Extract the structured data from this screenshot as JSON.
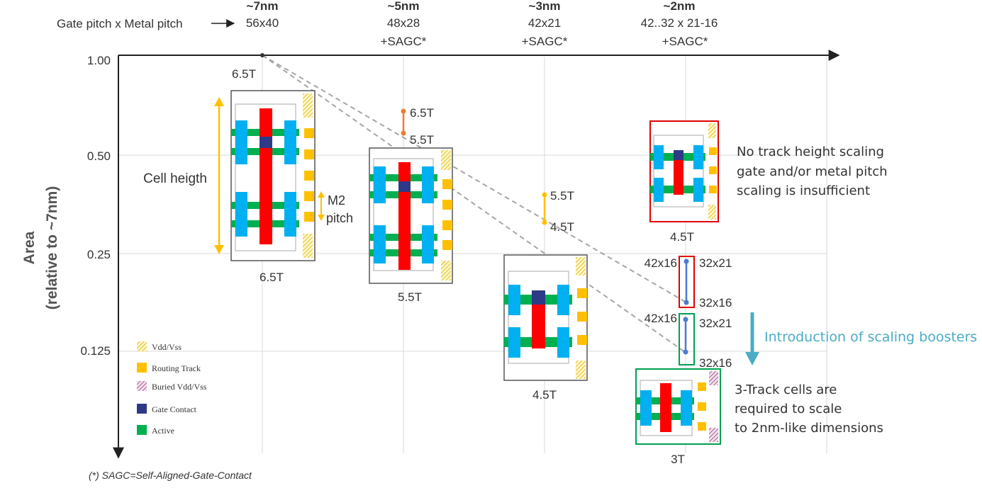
{
  "header": {
    "pitch_label": "Gate pitch x Metal pitch",
    "nodes": [
      {
        "name": "~7nm",
        "pitch": "56x40",
        "sagc": ""
      },
      {
        "name": "~5nm",
        "pitch": "48x28",
        "sagc": "+SAGC*"
      },
      {
        "name": "~3nm",
        "pitch": "42x21",
        "sagc": "+SAGC*"
      },
      {
        "name": "~2nm",
        "pitch": "42..32 x 21-16",
        "sagc": "+SAGC*"
      }
    ]
  },
  "yaxis": {
    "title": "Area",
    "subtitle": "(relative to ~7nm)",
    "ticks": [
      "1.00",
      "0.50",
      "0.25",
      "0.125"
    ]
  },
  "cells": {
    "c7_top": "6.5T",
    "c7_bottom": "6.5T",
    "cell_height": "Cell heigth",
    "m2_pitch_line1": "M2",
    "m2_pitch_line2": "pitch",
    "c5_range_top": "6.5T",
    "c5_range_bottom": "5.5T",
    "c5_bottom": "5.5T",
    "c3_range_top": "5.5T",
    "c3_range_bottom": "4.5T",
    "c3_bottom": "4.5T",
    "c2_red_bottom": "4.5T",
    "c2_green_bottom": "3T"
  },
  "pitch_points": {
    "r_left": "42x16",
    "r_right_top": "32x21",
    "r_right_bottom": "32x16",
    "g_left": "42x16",
    "g_right_top": "32x21",
    "g_right_bottom": "32x16"
  },
  "notes": {
    "no_scaling": [
      "No track height scaling",
      "gate and/or metal pitch",
      "scaling is insufficient"
    ],
    "boosters": "Introduction of scaling boosters",
    "three_track": [
      "3-Track cells are",
      "required to scale",
      "to 2nm-like dimensions"
    ]
  },
  "legend": {
    "vdd": "Vdd/Vss",
    "routing": "Routing Track",
    "buried": "Buried Vdd/Vss",
    "gate_contact": "Gate Contact",
    "active": "Active"
  },
  "footnote": "(*) SAGC=Self-Aligned-Gate-Contact",
  "colors": {
    "gate": "#ff0000",
    "active": "#00b050",
    "fin": "#00b0f0",
    "contact": "#2e3a87",
    "routing": "#ffc000",
    "booster": "#4bacc6",
    "range": "#ed7d31",
    "red_frame": "#e00000",
    "green_frame": "#00a050"
  }
}
